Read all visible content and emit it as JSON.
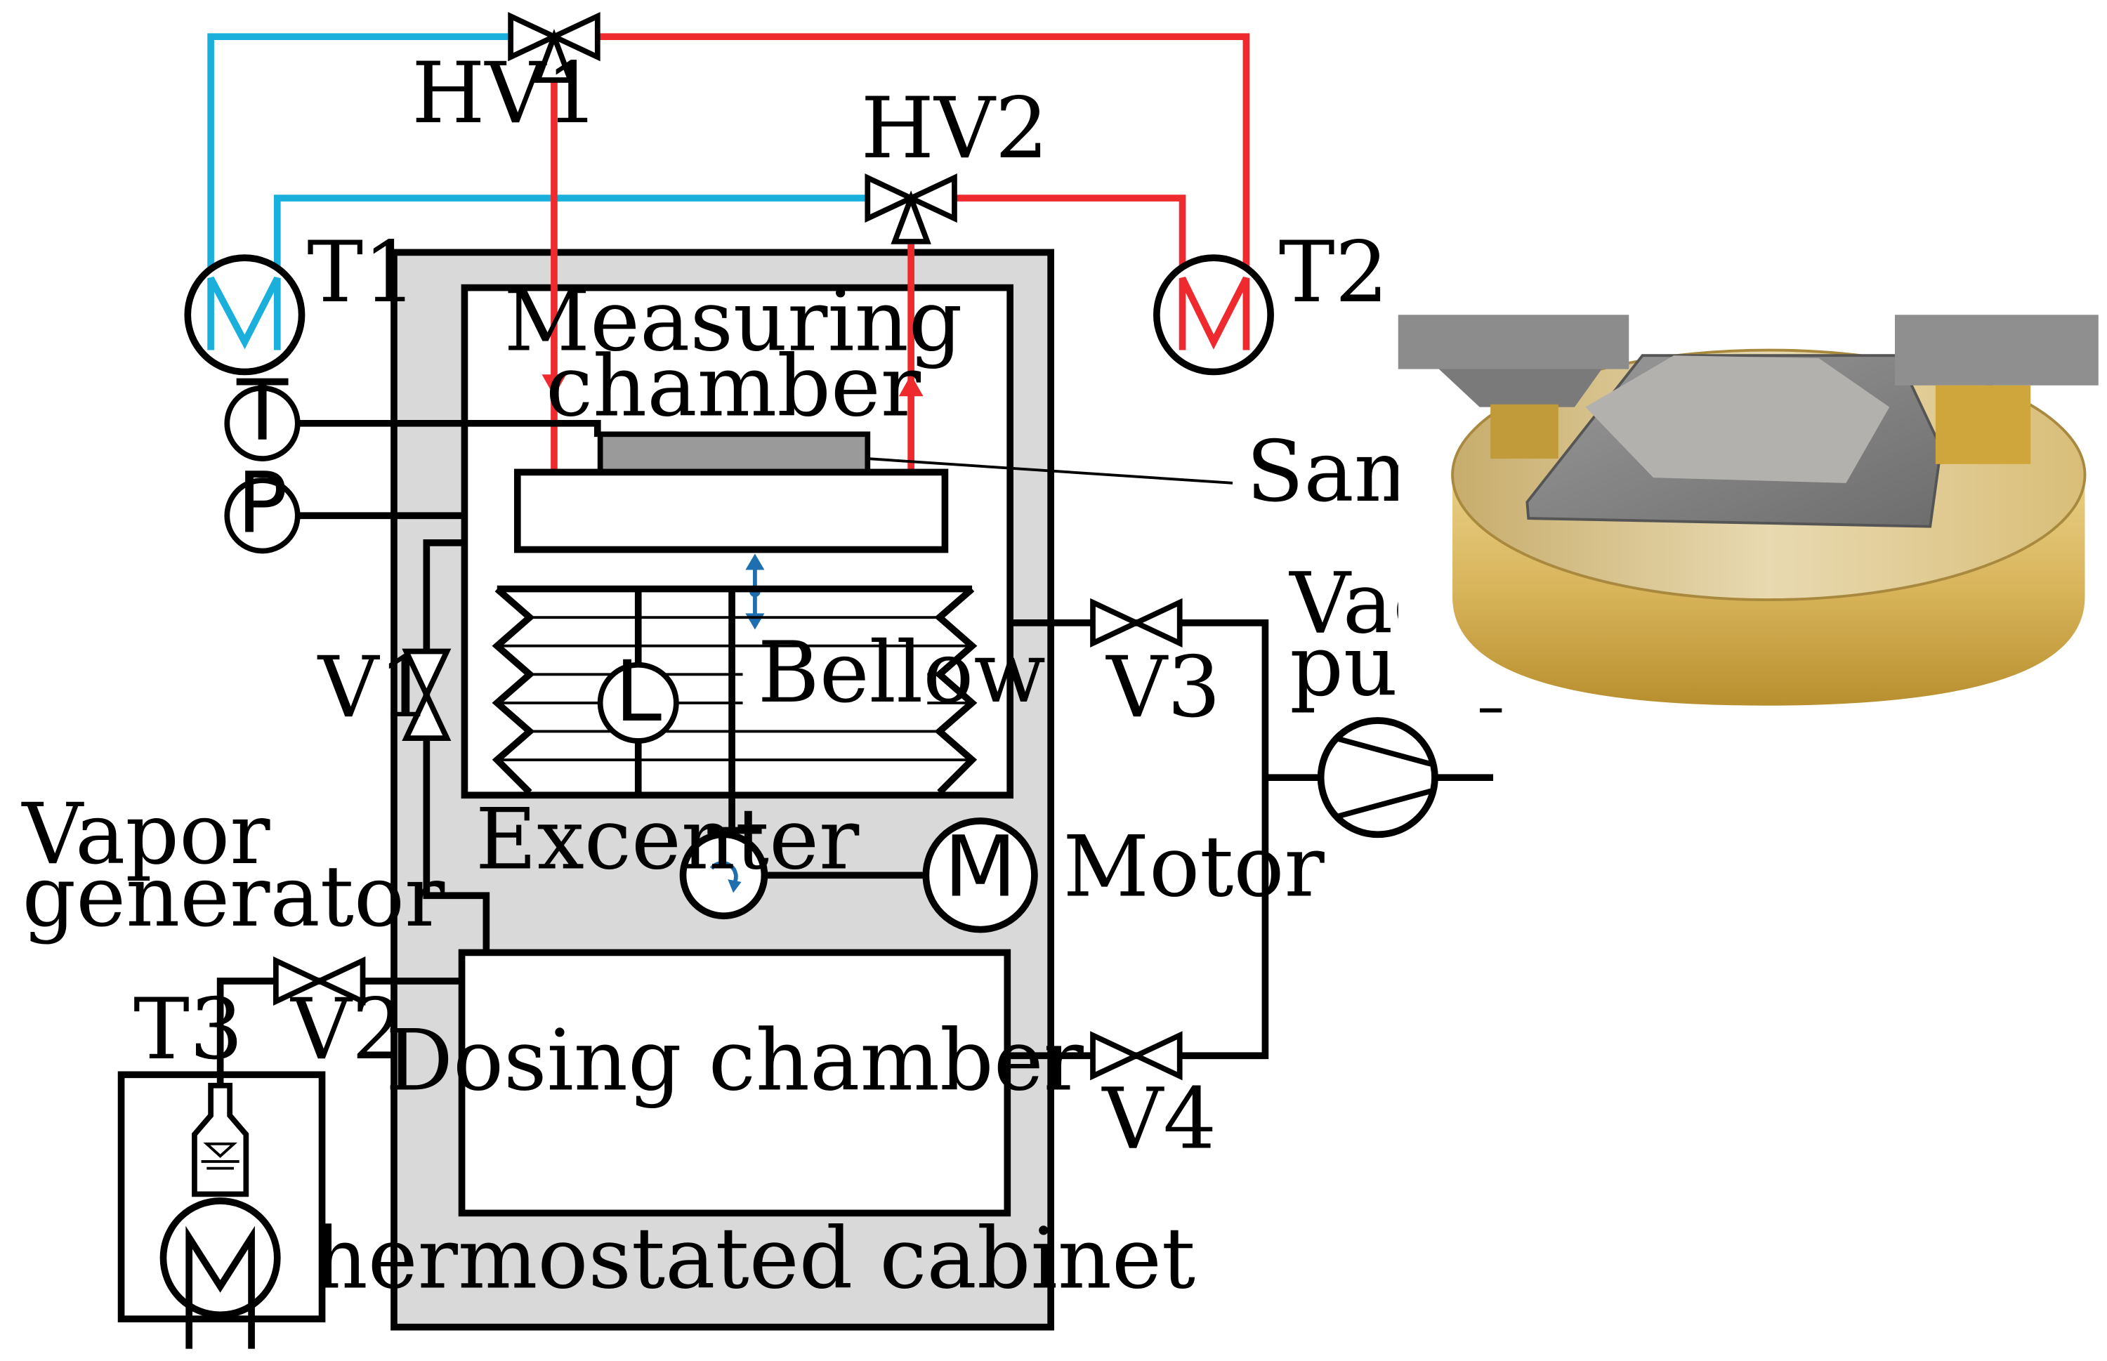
{
  "labels": {
    "hv1": "HV1",
    "hv2": "HV2",
    "t1": "T1",
    "t2": "T2",
    "t3": "T3",
    "t_sensor": "T",
    "p_sensor": "P",
    "measuring_chamber_1": "Measuring",
    "measuring_chamber_2": "chamber",
    "sample": "Sample",
    "bellow": "Bellow",
    "l_sensor": "L",
    "v1": "V1",
    "v2": "V2",
    "v3": "V3",
    "v4": "V4",
    "vacuum_pump_1": "Vacuum",
    "vacuum_pump_2": "pump",
    "vapor_generator_1": "Vapor",
    "vapor_generator_2": "generator",
    "excenter": "Excenter",
    "motor_symbol": "M",
    "motor": "Motor",
    "dosing_chamber": "Dosing chamber",
    "thermostated_cabinet": "Thermostated cabinet",
    "vapor_motor_symbol": "M"
  },
  "colors": {
    "hot_line": "#ee2a2f",
    "cold_line": "#1ab0db",
    "cabinet_fill": "#d9d9d9",
    "sample_fill": "#9a9a9a",
    "motion_arrow": "#1f6fb0",
    "brass": "#d8b45a"
  }
}
